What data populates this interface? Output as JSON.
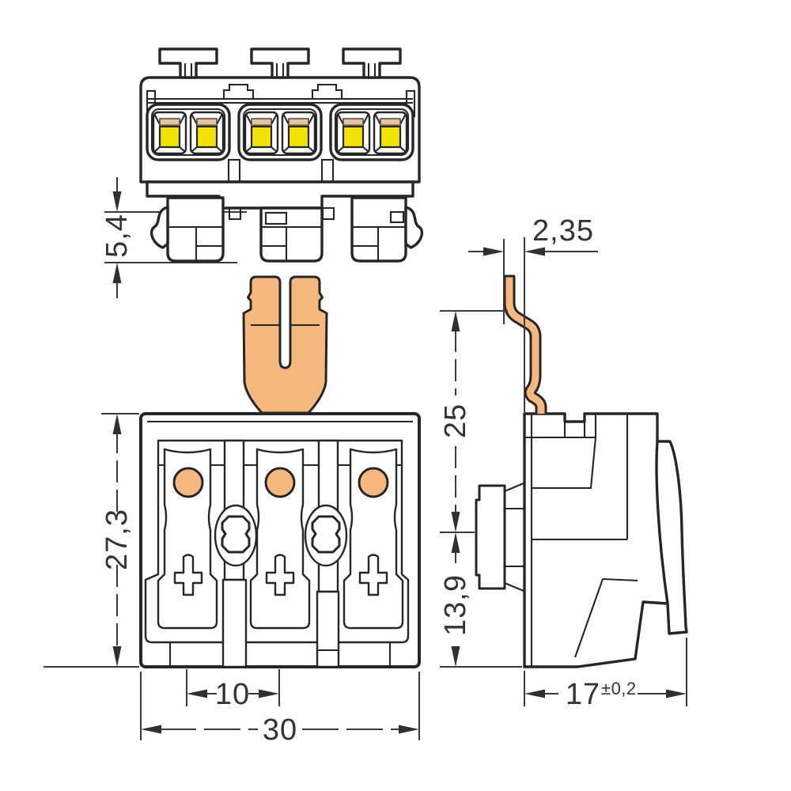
{
  "drawing": {
    "description": "Dimensional line drawing of a 3-pole push-wire terminal block with snap-in feet, shown in top, front and side views with a copper clamping-spring contact",
    "background_color": "#ffffff",
    "line_color": "#262626",
    "copper_color": "#f6b87e",
    "yellow_color": "#f0e202",
    "tan_color": "#e6c79c",
    "tan_dark_color": "#8d6e52",
    "dimensions": {
      "top_view_snap_foot_height": "5,4",
      "front_view_height": "27,3",
      "front_view_pole_pitch": "10",
      "front_view_width": "30",
      "side_view_strip_offset": "2,35",
      "side_view_upper_height": "25",
      "side_view_lower_height": "13,9",
      "side_view_depth": "17",
      "side_view_depth_tolerance": "±0,2"
    }
  }
}
